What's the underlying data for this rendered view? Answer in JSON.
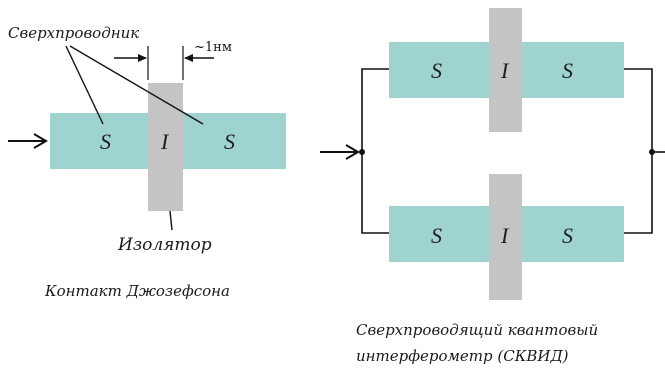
{
  "colors": {
    "superconductor": "#9fd3cf",
    "insulator": "#c4c4c4",
    "line": "#111111"
  },
  "left_diagram": {
    "superconductor_label": "Сверхпроводник",
    "thickness_label": "~1нм",
    "left_letter": "S",
    "barrier_letter": "I",
    "right_letter": "S",
    "insulator_label": "Изолятор",
    "caption": "Контакт Джозефсона"
  },
  "right_diagram": {
    "top_junction": {
      "left_letter": "S",
      "barrier_letter": "I",
      "right_letter": "S"
    },
    "bottom_junction": {
      "left_letter": "S",
      "barrier_letter": "I",
      "right_letter": "S"
    },
    "caption_line1": "Сверхпроводящий квантовый",
    "caption_line2": "интерферометр (СКВИД)"
  }
}
